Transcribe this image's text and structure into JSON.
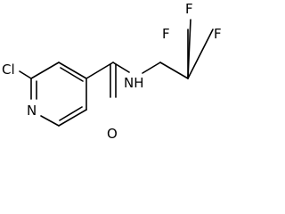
{
  "structure": {
    "atoms": {
      "chlorine": "Cl",
      "ring_nitrogen": "N",
      "amide_nh": "NH",
      "carbonyl_oxygen": "O",
      "fluorine_1": "F",
      "fluorine_2": "F",
      "fluorine_3": "F"
    },
    "colors": {
      "bond": "#000000",
      "label": "#000000",
      "background": "#ffffff"
    }
  }
}
